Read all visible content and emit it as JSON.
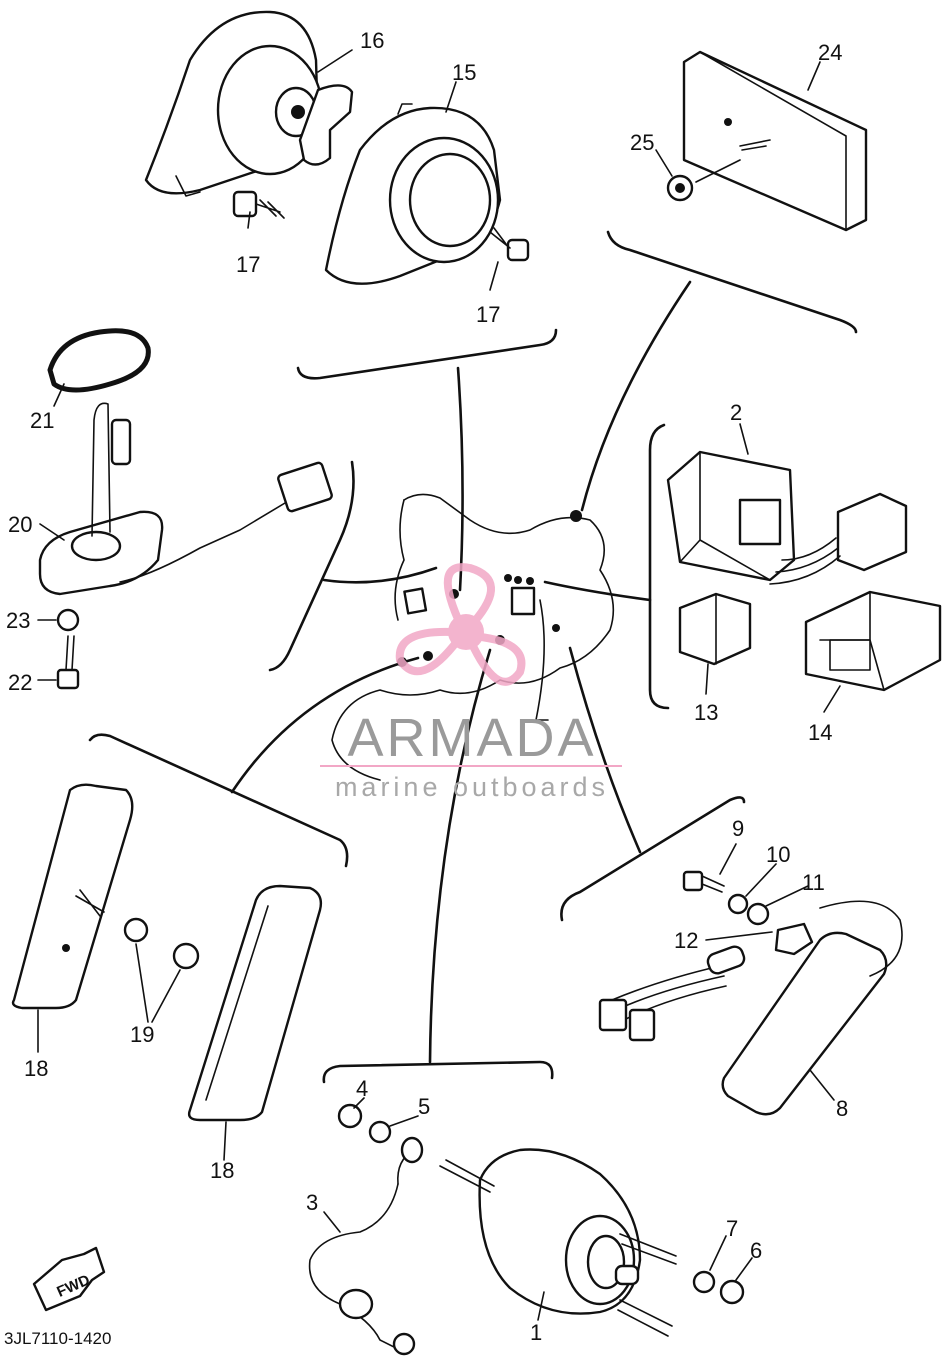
{
  "logo": {
    "brand": "ARMADA",
    "tagline": "marine outboards",
    "pink": "#f2a7c6",
    "gray": "#9a9a9a"
  },
  "drawing_code": "3JL7110-1420",
  "fwd_label": "FWD",
  "callouts": {
    "c1": "1",
    "c2": "2",
    "c3": "3",
    "c4": "4",
    "c5": "5",
    "c6": "6",
    "c7": "7",
    "c8": "8",
    "c9": "9",
    "c10": "10",
    "c11": "11",
    "c12": "12",
    "c13": "13",
    "c14": "14",
    "c15": "15",
    "c16": "16",
    "c17a": "17",
    "c17b": "17",
    "c18a": "18",
    "c18b": "18",
    "c19": "19",
    "c20": "20",
    "c21": "21",
    "c22": "22",
    "c23": "23",
    "c24": "24",
    "c25": "25"
  }
}
